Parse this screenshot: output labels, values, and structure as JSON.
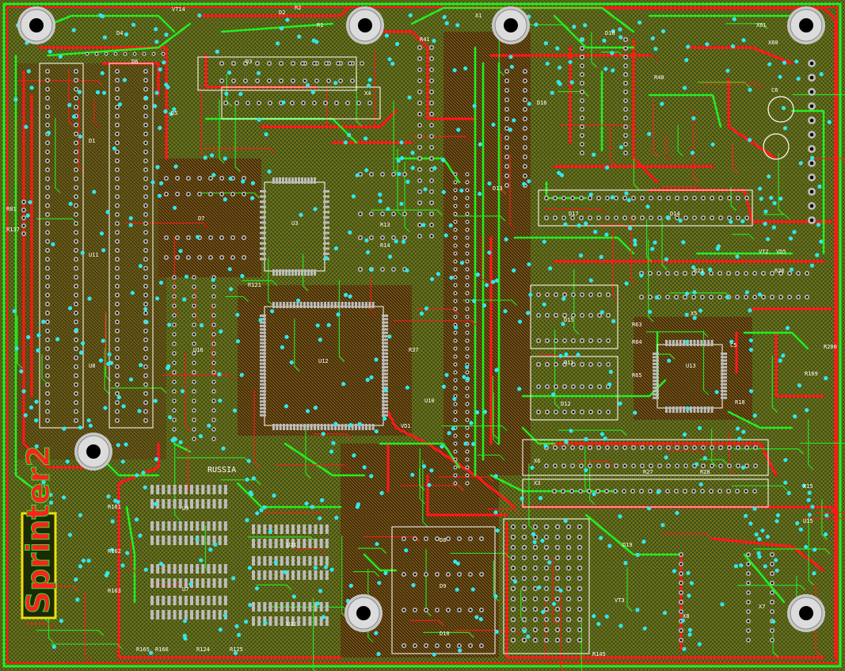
{
  "board": {
    "logo_text": "Sprinter2",
    "silk_text": "RUSSIA",
    "colors": {
      "background": "#000000",
      "pour_top": "#2f4a12",
      "pour_hatch": "#8a7a18",
      "top_trace": "#ff1818",
      "bottom_trace": "#22ee22",
      "via": "#30e8f0",
      "pad": "#bcbcbc",
      "outline": "#ffffff",
      "logo_fill": "#ff2020",
      "logo_box": "#1d2a06"
    }
  },
  "labels": {
    "vt14": "VT14",
    "d2": "D2",
    "r2": "R2",
    "r1": "R1",
    "d3": "D3",
    "x61": "X61",
    "x60": "X60",
    "d6": "D6",
    "d1": "D1",
    "d4": "D4",
    "d5": "D5",
    "r41": "R41",
    "d18": "D18",
    "r40": "R40",
    "d16": "D16",
    "d13": "D13",
    "d11": "D11",
    "r121": "R121",
    "d17": "D17",
    "d12": "D12",
    "r37": "R37",
    "u12": "U12",
    "u3": "U3",
    "d7": "D7",
    "r14": "R14",
    "r13": "R13",
    "d15": "D15",
    "d14": "D14",
    "d9": "D9",
    "d8": "D8",
    "d10": "D10",
    "d19": "D19",
    "x4": "X4",
    "x5": "X5",
    "x6": "X6",
    "x3": "X3",
    "x1": "X1",
    "x7": "X7",
    "x8": "X8",
    "x15": "X15",
    "r27": "R27",
    "r28": "R28",
    "r23": "R23",
    "r26": "R26",
    "c5": "C5",
    "c6": "C6",
    "r18": "R18",
    "vd1": "VD1",
    "r63": "R63",
    "r64": "R64",
    "r65": "R65",
    "u7": "U7",
    "u8": "U8",
    "u9": "U9",
    "u10": "U10",
    "u11": "U11",
    "u13": "U13",
    "u15": "U15",
    "u16": "U16",
    "u21": "U21",
    "u22": "U22",
    "r161": "R161",
    "r162": "R162",
    "r163": "R163",
    "r165": "R165",
    "r166": "R166",
    "r124": "R124",
    "r125": "R125",
    "r145": "R145",
    "r169": "R169",
    "r200": "R200",
    "vt2": "VT2",
    "vt3": "VT3",
    "vd5": "VD5",
    "r81": "R81",
    "r137": "R137"
  }
}
